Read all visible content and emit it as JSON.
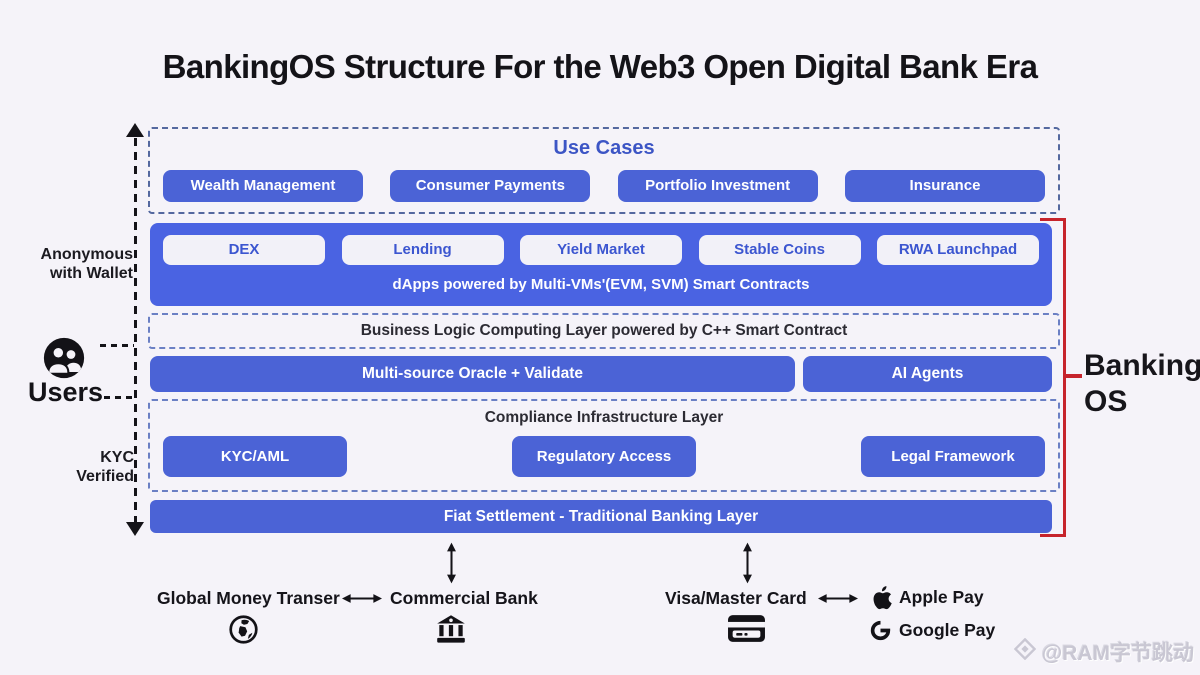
{
  "title": "BankingOS Structure For the Web3 Open Digital Bank Era",
  "left_rail": {
    "anonymous_label": "Anonymous with Wallet",
    "users_label": "Users",
    "kyc_label": "KYC Verified"
  },
  "use_cases": {
    "title": "Use Cases",
    "items": [
      "Wealth Management",
      "Consumer Payments",
      "Portfolio Investment",
      "Insurance"
    ]
  },
  "dapps": {
    "items": [
      "DEX",
      "Lending",
      "Yield Market",
      "Stable Coins",
      "RWA Launchpad"
    ],
    "caption": "dApps powered by Multi-VMs'(EVM, SVM) Smart Contracts"
  },
  "business_logic_label": "Business Logic Computing Layer powered by C++ Smart Contract",
  "oracle_row": {
    "oracle_label": "Multi-source Oracle + Validate",
    "ai_agents_label": "AI Agents"
  },
  "compliance": {
    "title": "Compliance Infrastructure Layer",
    "items": [
      "KYC/AML",
      "Regulatory Access",
      "Legal Framework"
    ]
  },
  "fiat_label": "Fiat Settlement - Traditional Banking Layer",
  "banking_os": {
    "line1": "Banking",
    "line2": "OS"
  },
  "bottom": {
    "global_money_label": "Global Money Transer",
    "commercial_bank_label": "Commercial Bank",
    "visa_master_label": "Visa/Master Card",
    "apple_pay_label": "Apple Pay",
    "google_pay_label": "Google Pay"
  },
  "watermark_text": "@RAM字节跳动",
  "icons": {
    "users": "users-group-icon",
    "globe": "globe-icon",
    "bank": "bank-building-icon",
    "credit_card": "credit-card-icon",
    "apple": "apple-logo-icon",
    "google": "google-g-icon",
    "watermark_logo": "diamond-logo-icon"
  },
  "colors": {
    "background": "#f5f3f9",
    "primary_blue": "#4b63d6",
    "dapps_container_blue": "#4a63e2",
    "light_chip": "#f2f1f8",
    "chip_text_blue": "#3c56d0",
    "heading_blue": "#3c55c5",
    "dashed_border": "#6b80c4",
    "bracket_red": "#c6242c",
    "text_dark": "#141318"
  }
}
